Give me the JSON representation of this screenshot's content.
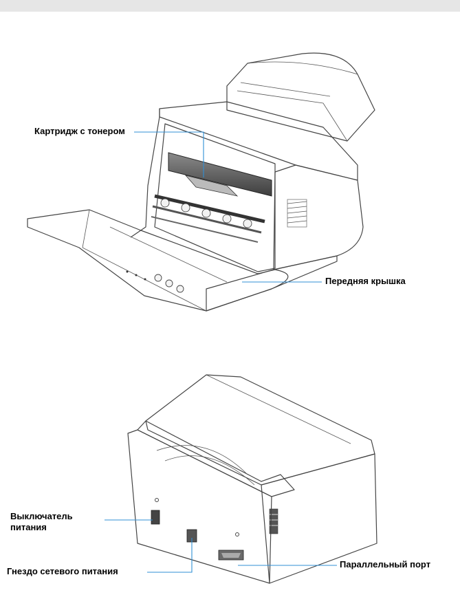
{
  "figure": {
    "front_view": {
      "callouts": {
        "toner_cartridge": "Картридж с тонером",
        "front_cover": "Передняя крышка"
      }
    },
    "rear_view": {
      "callouts": {
        "power_switch_line1": "Выключатель",
        "power_switch_line2": "питания",
        "power_socket": "Гнездо сетевого питания",
        "parallel_port": "Параллельный порт"
      }
    }
  },
  "colors": {
    "leader_line": "#2f8fd6",
    "top_band": "#e6e6e6",
    "printer_body": "#ececec"
  }
}
